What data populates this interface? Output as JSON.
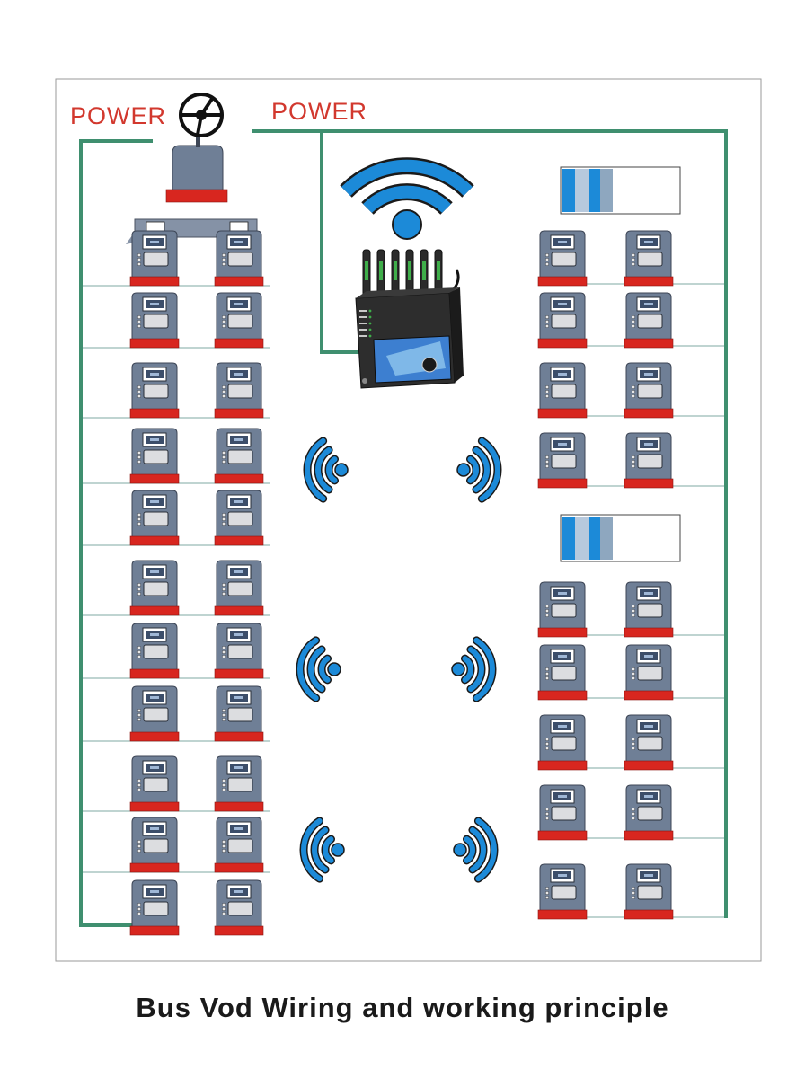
{
  "labels": {
    "power_left": "POWER",
    "power_right": "POWER",
    "caption": "Bus Vod Wiring and working principle"
  },
  "icons": {
    "steering_wheel": "steering-wheel-icon",
    "wifi": "wifi-icon",
    "signal_left": "signal-waves-left-icon",
    "signal_right": "signal-waves-right-icon",
    "seat_monitor": "seat-monitor-icon",
    "router": "router-icon"
  },
  "colors": {
    "wire": "#3f8f6f",
    "power_text": "#d2382e",
    "wifi_blue": "#1c8ad8",
    "seat_gray": "#6f7f96",
    "seat_base": "#d8261f",
    "frame": "#9a9a9a"
  },
  "layout": {
    "left_monitors_per_row": 2,
    "left_rows": 11,
    "right_group_1_rows": 4,
    "right_group_2_rows": 5
  }
}
